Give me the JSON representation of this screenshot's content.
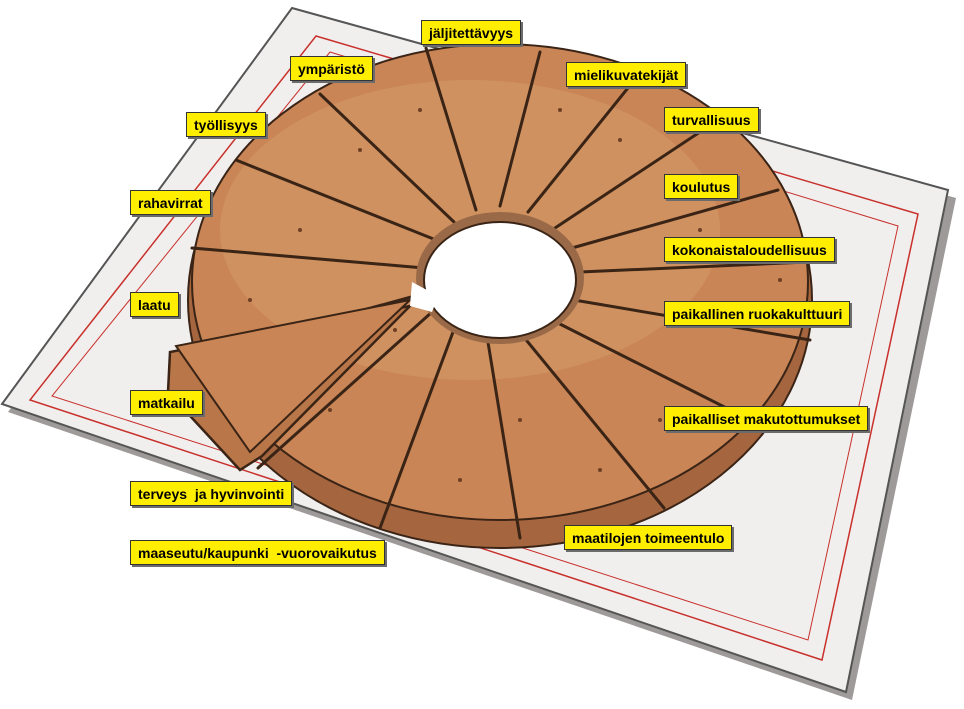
{
  "colors": {
    "label_background": "#ffee00",
    "cake": "#c98556",
    "plate_line": "#c8312b"
  },
  "labels": {
    "traceability": "jäljitettävyys",
    "environment": "ympäristö",
    "image_makers": "mielikuvatekijät",
    "employment": "työllisyys",
    "safety": "turvallisuus",
    "cash_flows": "rahavirrat",
    "education": "koulutus",
    "overall_economy": "kokonaistaloudellisuus",
    "quality": "laatu",
    "local_food_culture": "paikallinen ruokakulttuuri",
    "tourism": "matkailu",
    "local_taste_habits": "paikalliset makutottumukset",
    "health_wellbeing": "terveys  ja hyvinvointi",
    "farm_livelihood": "maatilojen toimeentulo",
    "rural_urban_interaction": "maaseutu/kaupunki  -vuorovaikutus"
  }
}
